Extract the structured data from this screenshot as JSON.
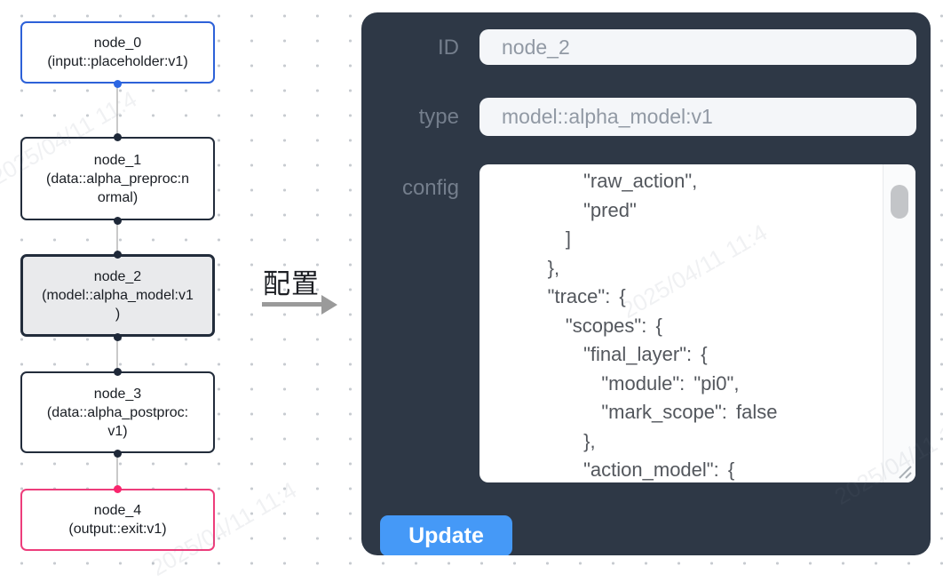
{
  "canvas": {
    "nodes": [
      {
        "id": "node_0",
        "lines": [
          "node_0",
          "(input::placeholder:v1)"
        ],
        "border_color": "#2d61d8",
        "fill": "#ffffff"
      },
      {
        "id": "node_1",
        "lines": [
          "node_1",
          "(data::alpha_preproc:n",
          "ormal)"
        ],
        "border_color": "#222c3b",
        "fill": "#ffffff"
      },
      {
        "id": "node_2",
        "lines": [
          "node_2",
          "(model::alpha_model:v1",
          ")"
        ],
        "border_color": "#222c3b",
        "fill": "#e9eaec"
      },
      {
        "id": "node_3",
        "lines": [
          "node_3",
          "(data::alpha_postproc:",
          "v1)"
        ],
        "border_color": "#222c3b",
        "fill": "#ffffff"
      },
      {
        "id": "node_4",
        "lines": [
          "node_4",
          "(output::exit:v1)"
        ],
        "border_color": "#ed3d7b",
        "fill": "#ffffff"
      }
    ],
    "ports": [
      {
        "name": "node_0-output",
        "color": "#2b66e3"
      },
      {
        "name": "node_1-input",
        "color": "#1e2838"
      },
      {
        "name": "node_1-output",
        "color": "#1e2838"
      },
      {
        "name": "node_2-input",
        "color": "#1e2838"
      },
      {
        "name": "node_2-output",
        "color": "#1e2838"
      },
      {
        "name": "node_3-input",
        "color": "#1e2838"
      },
      {
        "name": "node_3-output",
        "color": "#1e2838"
      },
      {
        "name": "node_4-input",
        "color": "#f9256d"
      }
    ],
    "edge_color": "#c9c9c9"
  },
  "transition": {
    "label": "配置",
    "arrow_color": "#9a9a9a"
  },
  "panel": {
    "bg_color": "#2e3846",
    "id_label": "ID",
    "id_value": "node_2",
    "type_label": "type",
    "type_value": "model::alpha_model:v1",
    "config_label": "config",
    "config_text": "          \"raw_action\",\n          \"pred\"\n        ]\n      },\n      \"trace\": {\n        \"scopes\": {\n          \"final_layer\": {\n            \"module\": \"pi0\",\n            \"mark_scope\": false\n          },\n          \"action_model\": {",
    "update_label": "Update",
    "update_color": "#4599f7"
  },
  "watermark_text": "2025/04/11 11:4"
}
